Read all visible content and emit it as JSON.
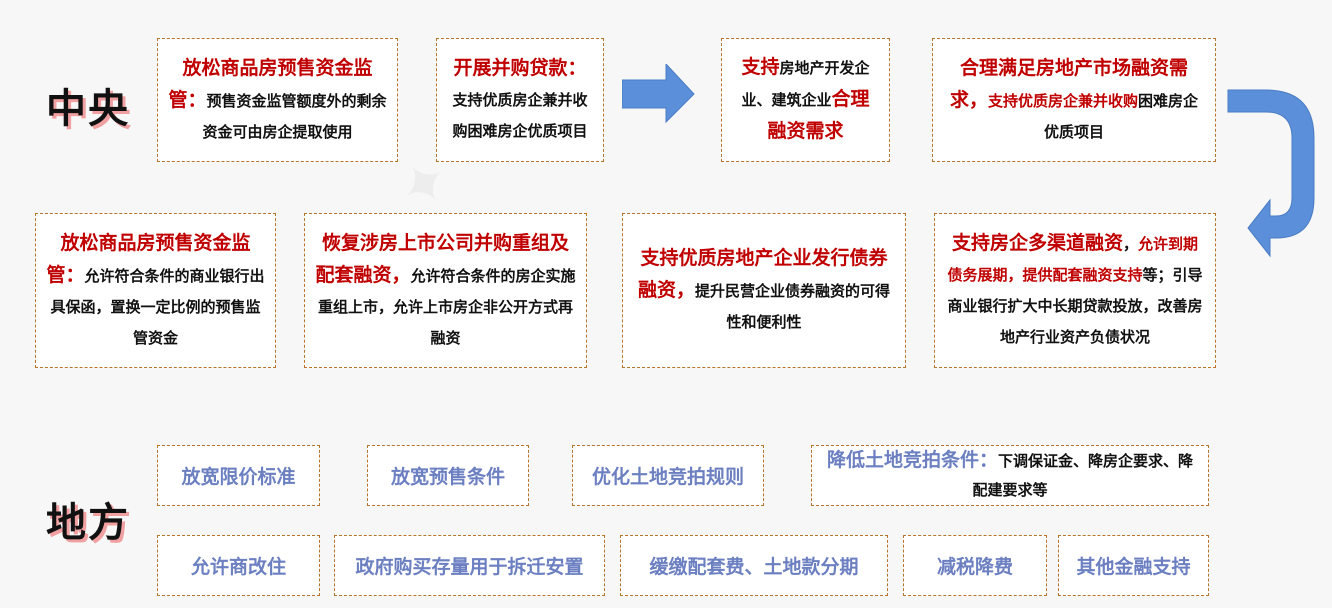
{
  "labels": {
    "central": "中央",
    "local": "地方"
  },
  "central_row1": [
    {
      "red": "放松商品房预售资金监管：",
      "text": "预售资金监管额度外的剩余资金可由房企提取使用"
    },
    {
      "red": "开展并购贷款：",
      "text": "支持优质房企兼并收购困难房企优质项目"
    },
    {
      "red1": "支持",
      "text": "房地产开发企业、建筑企业",
      "red2": "合理融资需求"
    },
    {
      "red": "合理满足房地产市场融资需求，",
      "red_small": "支持优质房企兼并收购",
      "text": "困难房企优质项目"
    }
  ],
  "central_row2": [
    {
      "red": "放松商品房预售资金监管：",
      "text": "允许符合条件的商业银行出具保函，置换一定比例的预售监管资金"
    },
    {
      "red": "恢复涉房上市公司并购重组及配套融资，",
      "text": "允许符合条件的房企实施重组上市，允许上市房企非公开方式再融资"
    },
    {
      "red": "支持优质房地产企业发行债券融资，",
      "text": "提升民营企业债券融资的可得性和便利性"
    },
    {
      "red": "支持房企多渠道融资",
      "text1": "，",
      "red_small": "允许到期债务展期，提供配套融资支持",
      "text": "等；引导商业银行扩大中长期贷款投放，改善房地产行业资产负债状况"
    }
  ],
  "local_row1": [
    {
      "label": "放宽限价标准"
    },
    {
      "label": "放宽预售条件"
    },
    {
      "label": "优化土地竞拍规则"
    },
    {
      "label": "降低土地竞拍条件：",
      "text": "下调保证金、降房企要求、降配建要求等"
    }
  ],
  "local_row2": [
    {
      "label": "允许商改住"
    },
    {
      "label": "政府购买存量用于拆迁安置"
    },
    {
      "label": "缓缴配套费、土地款分期"
    },
    {
      "label": "减税降费"
    },
    {
      "label": "其他金融支持"
    }
  ],
  "colors": {
    "red": "#c00000",
    "blue": "#6b7fc1",
    "arrow": "#5b8fd9",
    "border": "#b8742a"
  }
}
